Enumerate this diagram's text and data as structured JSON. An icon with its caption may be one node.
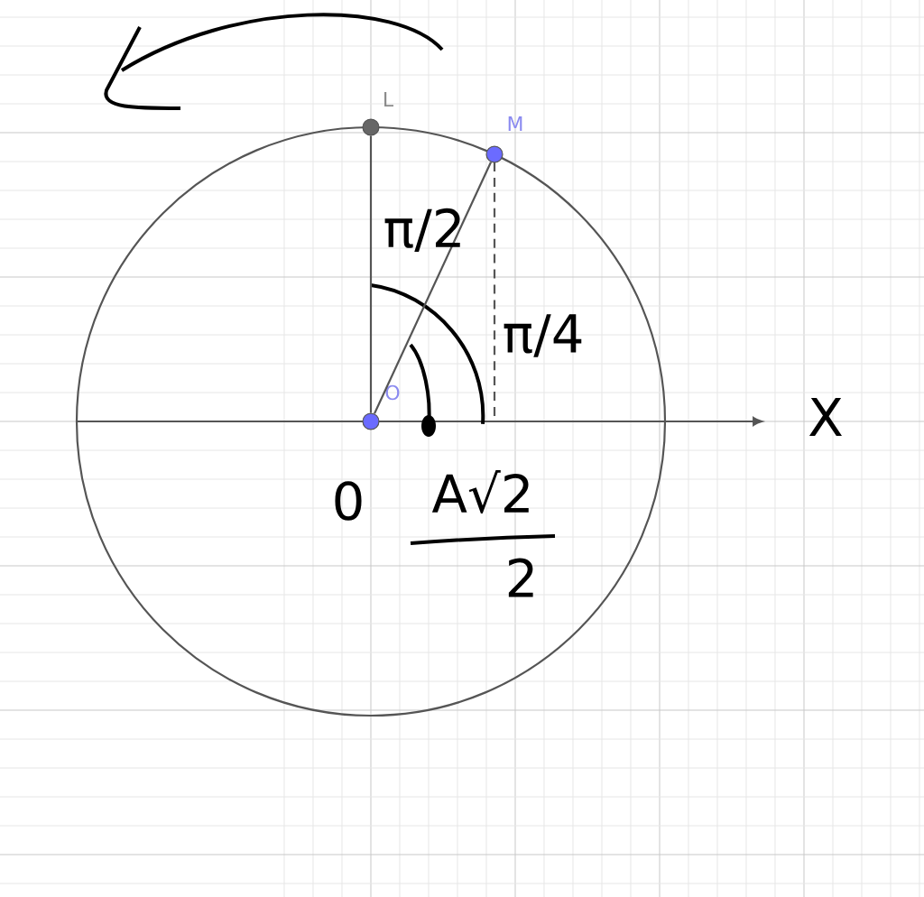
{
  "diagram": {
    "nodes": [
      {
        "text": [
          "L"
        ]
      },
      {
        "text": [
          "M"
        ]
      },
      {
        "text": [
          "O"
        ]
      }
    ],
    "edges": [
      {
        "from": 2,
        "to": 0,
        "arrow": "none"
      },
      {
        "from": 2,
        "to": 1,
        "arrow": "none"
      }
    ],
    "labels": [
      "π/2",
      "π/4",
      "0",
      "A√2",
      "2",
      "X"
    ]
  }
}
